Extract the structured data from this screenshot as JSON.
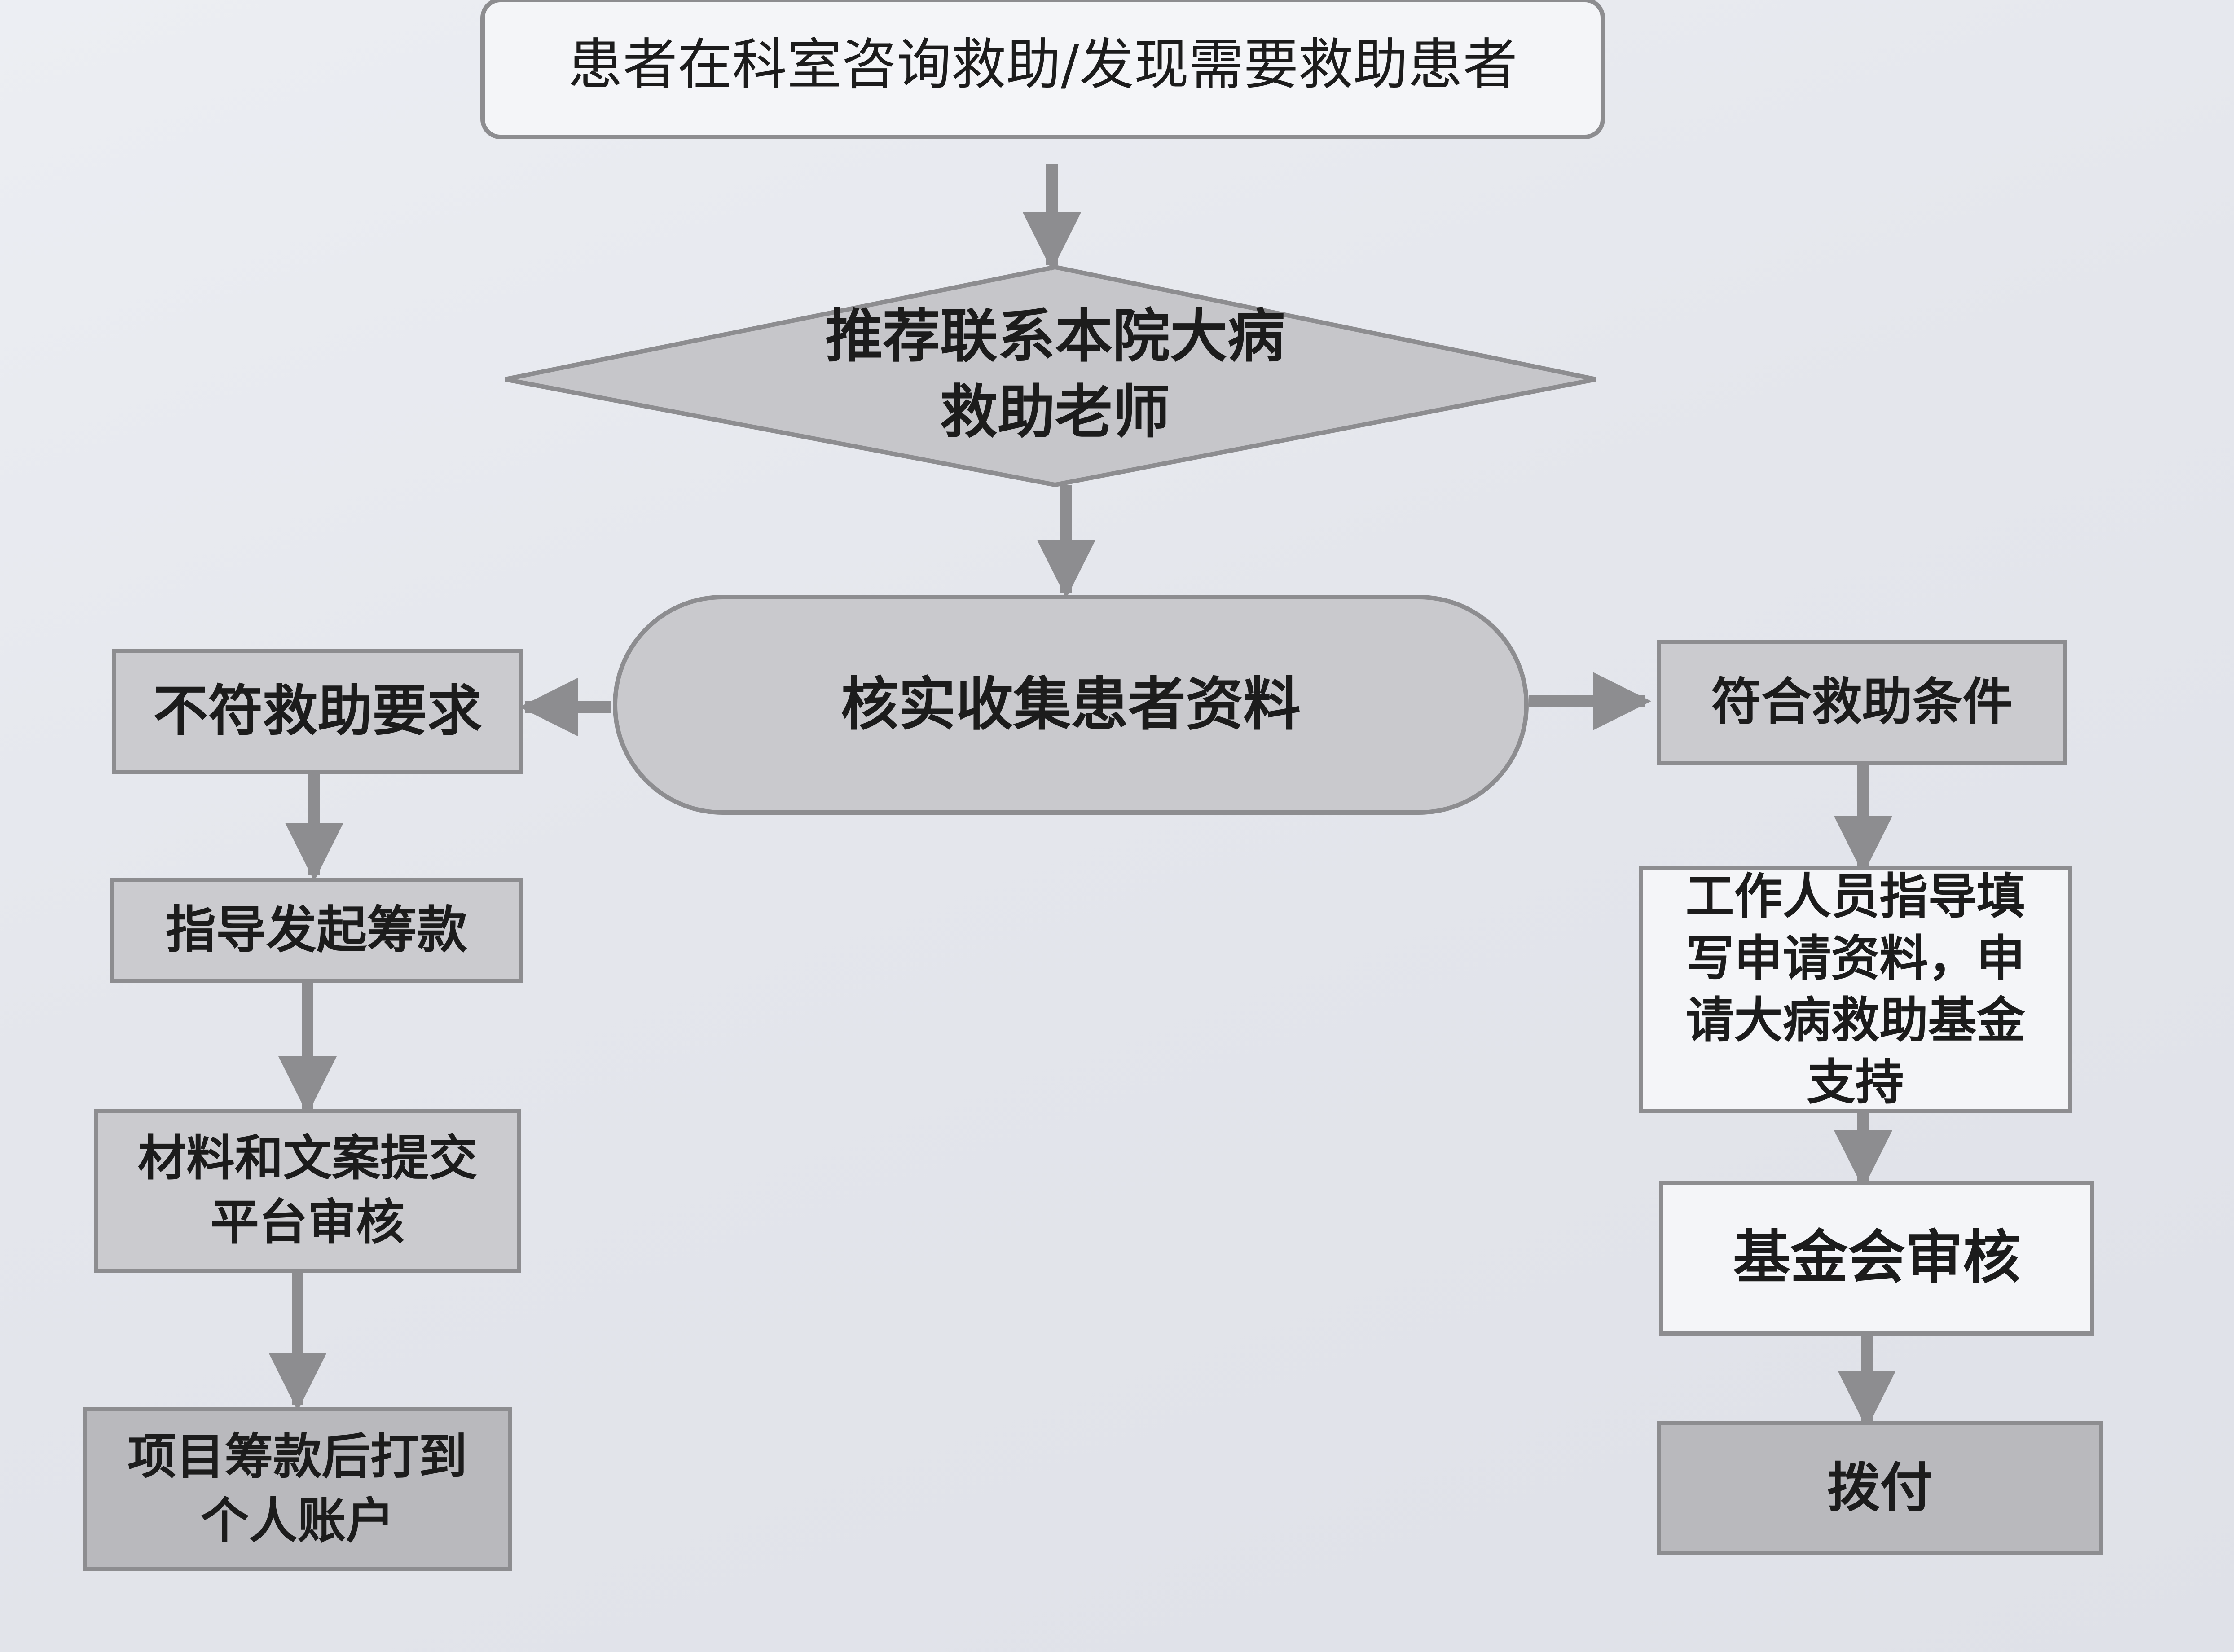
{
  "colors": {
    "line": "#8d8d90",
    "fill_grey": "#cbcbcf",
    "fill_dark": "#b9b9bd",
    "fill_white": "#f4f5f8"
  },
  "nodes": {
    "start": "患者在科室咨询救助/发现需要救助患者",
    "decision": "推荐联系本院大病\n救助老师",
    "verify": "核实收集患者资料",
    "not_qualified": "不符救助要求",
    "guide_fundraise": "指导发起筹款",
    "submit_review": "材料和文案提交\n平台审核",
    "transfer_account": "项目筹款后打到\n个人账户",
    "qualified": "符合救助条件",
    "fill_application": "工作人员指导填\n写申请资料，申\n请大病救助基金\n支持",
    "foundation_review": "基金会审核",
    "disburse": "拨付"
  }
}
